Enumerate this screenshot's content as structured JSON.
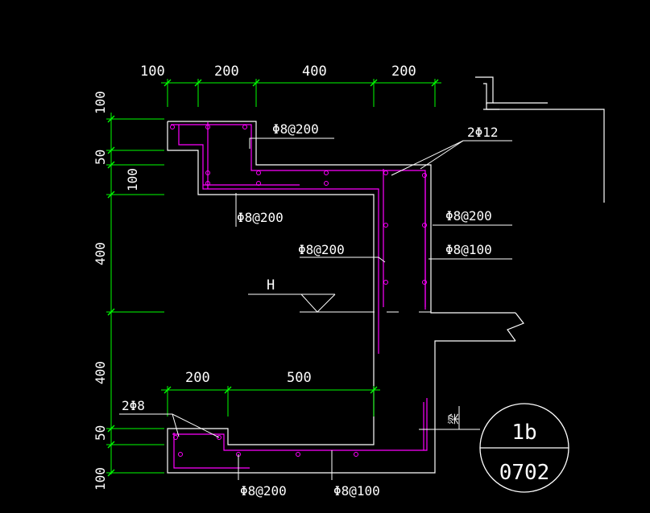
{
  "colors": {
    "background": "#000000",
    "outline": "#ffffff",
    "dimension": "#00ff00",
    "rebar": "#ff00ff",
    "leader": "#ffffff"
  },
  "dimensions": {
    "top": [
      "100",
      "200",
      "400",
      "200"
    ],
    "left": [
      "100",
      "50",
      "100",
      "400",
      "400",
      "50",
      "100"
    ],
    "bottom": [
      "200",
      "500"
    ]
  },
  "labels": {
    "stirrup_top_1": "Φ8@200",
    "stirrup_top_2": "Φ8@200",
    "bars_2phi12": "2Φ12",
    "wall_right_1": "Φ8@200",
    "wall_inner": "Φ8@200",
    "wall_right_2": "Φ8@100",
    "water_level": "H",
    "bars_2phi8": "2Φ8",
    "bottom_1": "Φ8@200",
    "bottom_2": "Φ8@100",
    "beam_note": "梁"
  },
  "callout": {
    "top": "1b",
    "bottom": "0702"
  }
}
